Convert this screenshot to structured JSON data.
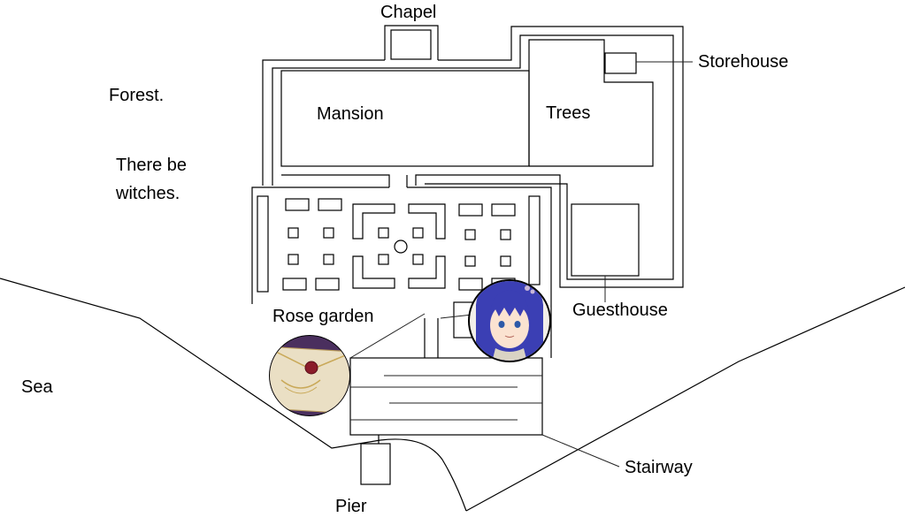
{
  "labels": {
    "chapel": "Chapel",
    "storehouse": "Storehouse",
    "forest": "Forest.",
    "mansion": "Mansion",
    "trees": "Trees",
    "witches_line1": "There be",
    "witches_line2": "witches.",
    "rose_garden": "Rose garden",
    "guesthouse": "Guesthouse",
    "sea": "Sea",
    "stairway": "Stairway",
    "pier": "Pier"
  },
  "icons": {
    "character_portrait": "character-portrait-icon",
    "sealed_letter": "sealed-letter-icon"
  },
  "colors": {
    "ink": "#000000",
    "background": "#ffffff",
    "portrait_hair": "#3b3fb4",
    "letter_bg": "#4a2f5e",
    "seal": "#8a1c2a"
  }
}
